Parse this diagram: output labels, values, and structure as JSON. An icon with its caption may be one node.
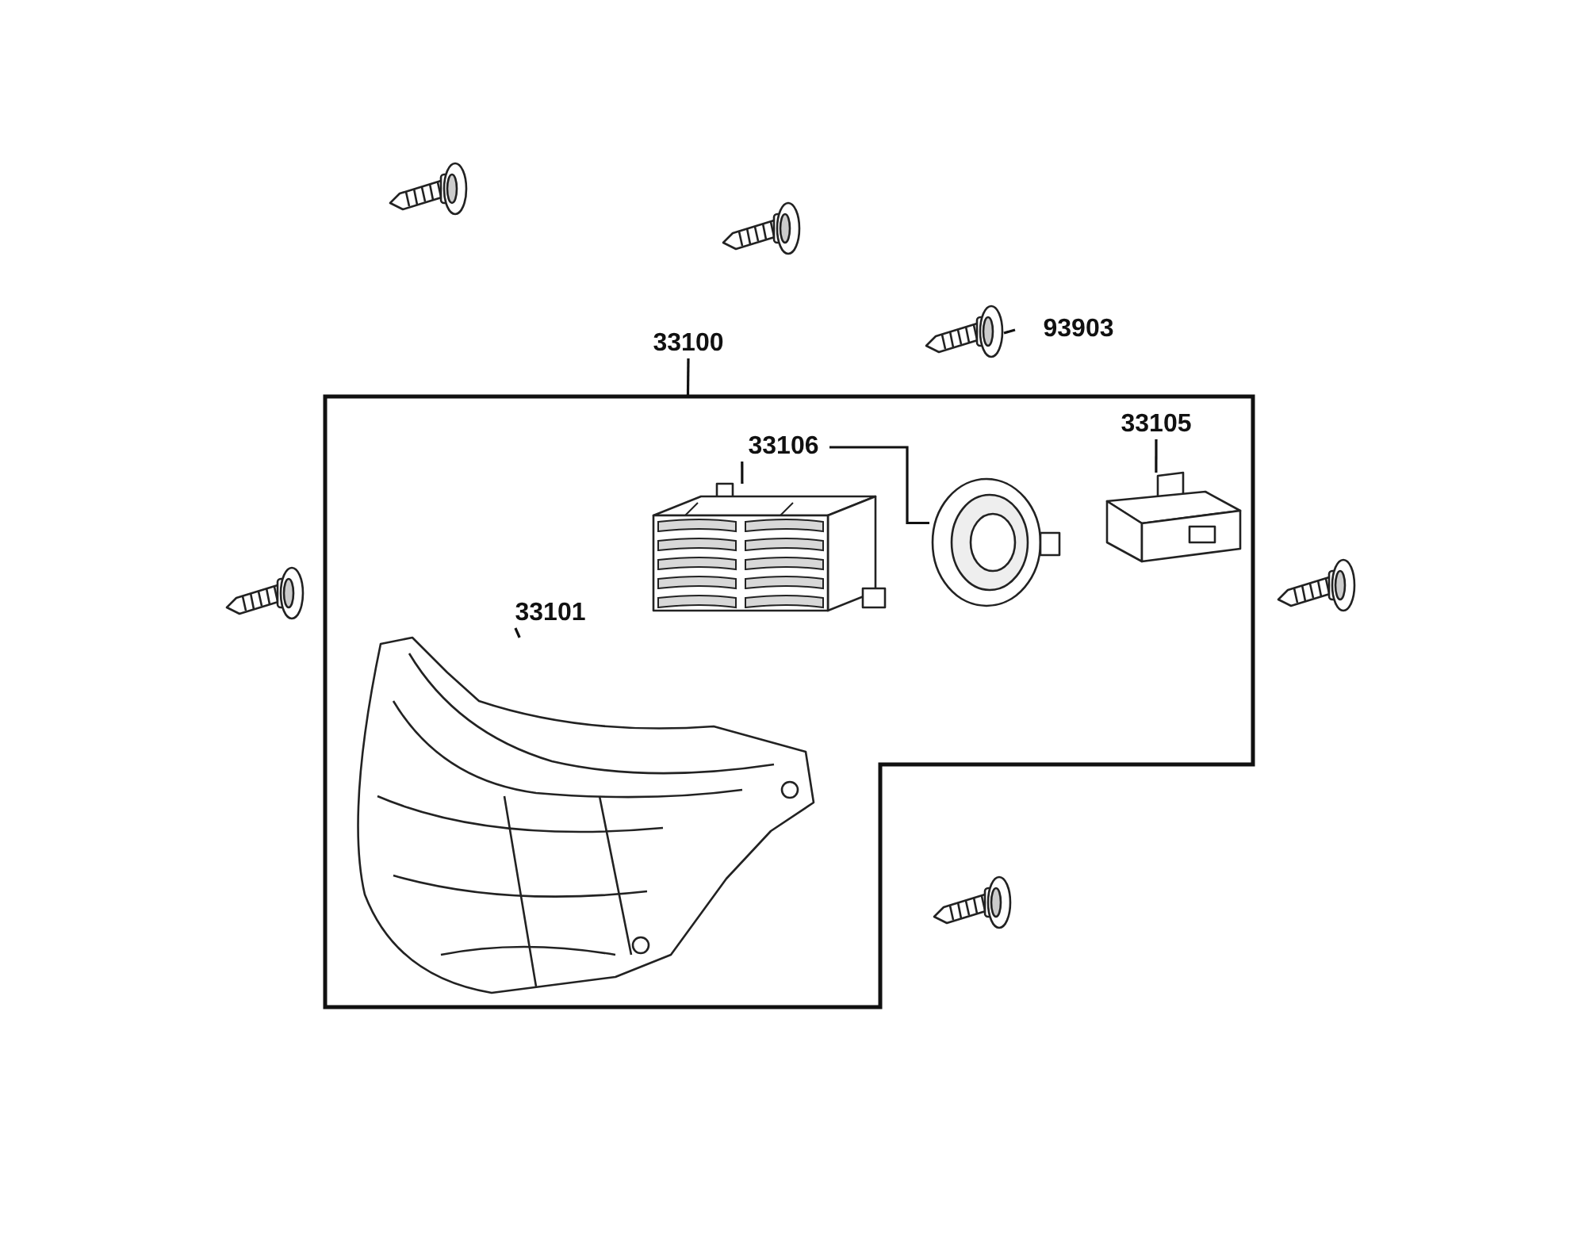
{
  "diagram": {
    "nodes": [
      {
        "text": [],
        "shape": "picture"
      },
      {
        "text": [],
        "shape": "picture"
      },
      {
        "text": [],
        "shape": "picture"
      },
      {
        "text": [
          "93903"
        ]
      },
      {
        "text": [
          "33100"
        ]
      },
      {
        "text": [],
        "shape": "box"
      },
      {
        "text": [
          "33106"
        ],
        "in": 5
      },
      {
        "text": [
          "33105"
        ],
        "in": 5
      },
      {
        "text": [],
        "shape": "picture",
        "in": 5
      },
      {
        "text": [],
        "shape": "picture",
        "in": 5
      },
      {
        "text": [],
        "shape": "picture",
        "in": 5
      },
      {
        "text": [
          "33101"
        ],
        "in": 5
      },
      {
        "text": [],
        "shape": "picture",
        "in": 5
      },
      {
        "text": [],
        "shape": "picture"
      },
      {
        "text": [],
        "shape": "picture"
      },
      {
        "text": [],
        "shape": "picture"
      }
    ],
    "edges": [
      {
        "from": 3,
        "to": 2,
        "arrow": "none"
      },
      {
        "from": 4,
        "to": 5,
        "arrow": "none"
      },
      {
        "from": 6,
        "to": 8,
        "arrow": "none"
      },
      {
        "from": 6,
        "to": 9,
        "arrow": "none"
      },
      {
        "from": 7,
        "to": 10,
        "arrow": "none"
      },
      {
        "from": 11,
        "to": 12,
        "arrow": "none"
      }
    ]
  }
}
